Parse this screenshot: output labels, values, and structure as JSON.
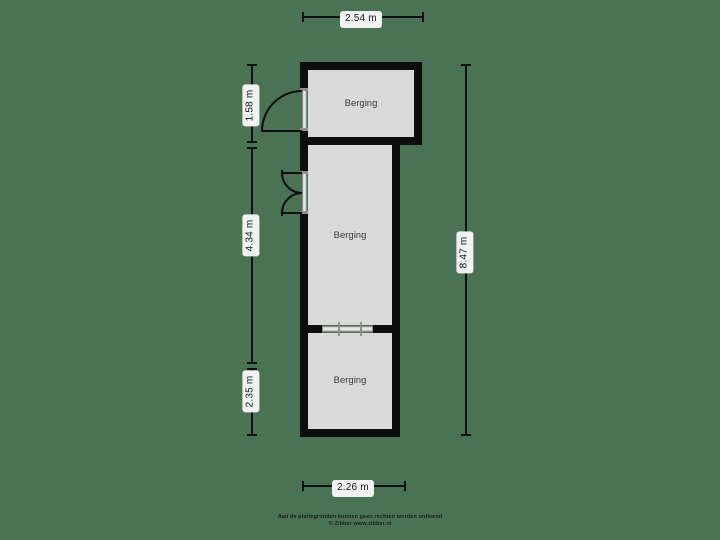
{
  "plan": {
    "rooms": [
      {
        "name": "Berging",
        "label": "Berging"
      },
      {
        "name": "Berging",
        "label": "Berging"
      },
      {
        "name": "Berging",
        "label": "Berging"
      }
    ],
    "dimensions": {
      "top": "2.54 m",
      "bottom": "2.26 m",
      "right_total": "8.47 m",
      "left_segments": [
        "1.58 m",
        "4.34 m",
        "2.35 m"
      ]
    },
    "doors": [
      {
        "type": "single-swing-door",
        "location": "top-room-left-wall"
      },
      {
        "type": "double-swing-door",
        "location": "middle-room-left-wall"
      },
      {
        "type": "wide-opening",
        "location": "between-middle-and-bottom-room"
      }
    ],
    "colors": {
      "background": "#4a7355",
      "wall": "#0d0d0d",
      "room_fill": "#d9d9d9",
      "dimension_line": "#111111",
      "label_chip_bg": "#f2f2f2",
      "room_label_text": "#3b3b3b"
    }
  },
  "footer": {
    "line1": "Aan de plattegronden kunnen geen rechten worden ontleend",
    "line2": "© Zibber www.zibber.nl"
  }
}
